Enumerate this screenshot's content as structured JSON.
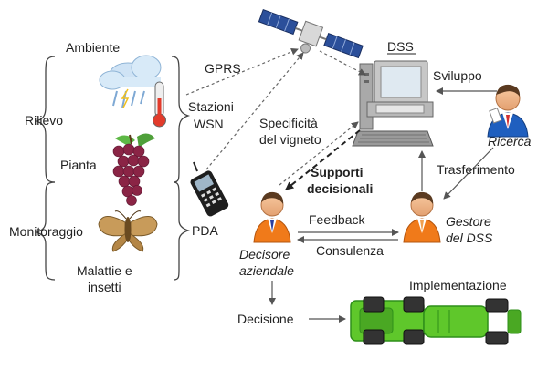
{
  "labels": {
    "ambiente": "Ambiente",
    "rilievo": "Rilievo",
    "pianta": "Pianta",
    "monitoraggio": "Monitoraggio",
    "malattie_line1": "Malattie e",
    "malattie_line2": "insetti",
    "gprs": "GPRS",
    "stazioni_line1": "Stazioni",
    "stazioni_line2": "WSN",
    "pda": "PDA",
    "dss": "DSS",
    "sviluppo": "Sviluppo",
    "ricerca": "Ricerca",
    "trasferimento": "Trasferimento",
    "specificita_line1": "Specificità",
    "specificita_line2": "del vigneto",
    "supporti_line1": "Supporti",
    "supporti_line2": "decisionali",
    "feedback": "Feedback",
    "consulenza": "Consulenza",
    "decisore_line1": "Decisore",
    "decisore_line2": "aziendale",
    "gestore_line1": "Gestore",
    "gestore_line2": "del DSS",
    "decisione": "Decisione",
    "implementazione": "Implementazione"
  },
  "colors": {
    "person_orange": "#f07a1a",
    "researcher_blue": "#1f5fbf",
    "tractor_green": "#5fc72b",
    "tractor_dark": "#2f8f1a",
    "arrow_gray": "#666666"
  }
}
